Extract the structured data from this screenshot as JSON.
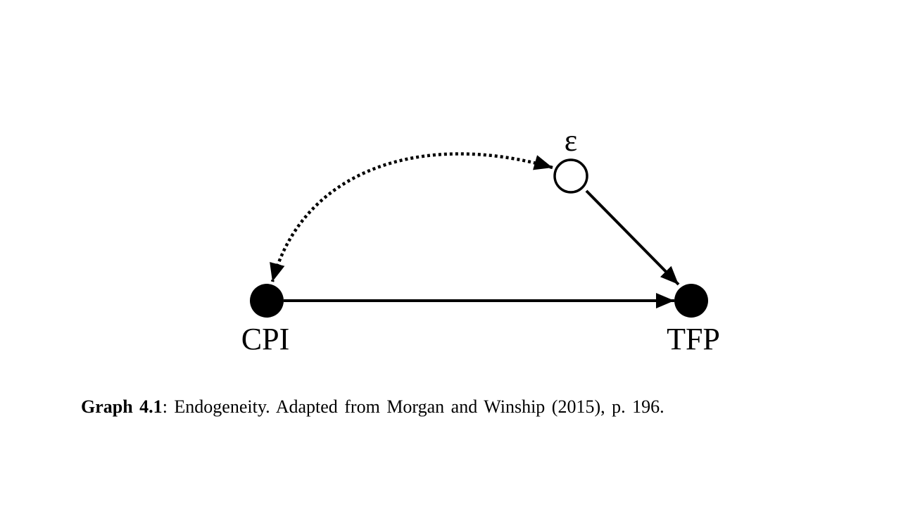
{
  "diagram": {
    "nodes": [
      {
        "id": "cpi",
        "label": "CPI",
        "style": "filled"
      },
      {
        "id": "tfp",
        "label": "TFP",
        "style": "filled"
      },
      {
        "id": "epsilon",
        "label": "ε",
        "style": "hollow"
      }
    ],
    "edges": [
      {
        "from": "cpi",
        "to": "tfp",
        "style": "solid",
        "direction": "forward"
      },
      {
        "from": "epsilon",
        "to": "tfp",
        "style": "solid",
        "direction": "forward"
      },
      {
        "from": "epsilon",
        "to": "cpi",
        "style": "dotted",
        "direction": "both"
      }
    ],
    "colors": {
      "stroke": "#000000",
      "node_fill": "#000000",
      "hollow_fill": "#ffffff"
    }
  },
  "caption": {
    "label": "Graph 4.1",
    "text": ": Endogeneity. Adapted from Morgan and Winship (2015), p. 196."
  }
}
